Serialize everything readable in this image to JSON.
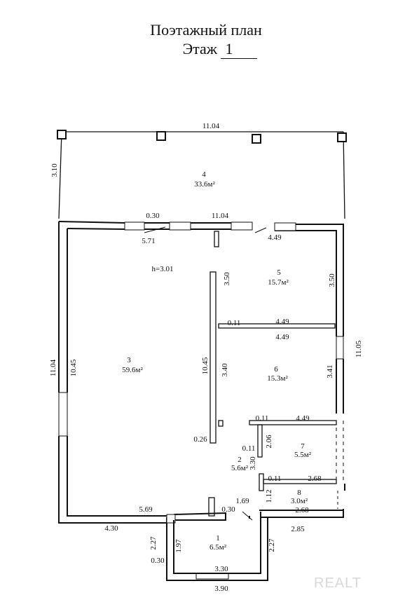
{
  "header": {
    "title": "Поэтажный план",
    "floor_label": "Этаж",
    "floor_number": "1"
  },
  "ceiling_height": "h=3.01",
  "rooms": [
    {
      "number": "4",
      "area": "33.6м²"
    },
    {
      "number": "5",
      "area": "15.7м²"
    },
    {
      "number": "3",
      "area": "59.6м²"
    },
    {
      "number": "6",
      "area": "15.3м²"
    },
    {
      "number": "7",
      "area": "5.5м²"
    },
    {
      "number": "2",
      "area": "5.6м²"
    },
    {
      "number": "8",
      "area": "3.0м²"
    },
    {
      "number": "1",
      "area": "6.5м²"
    }
  ],
  "dimensions": {
    "top_width": "11.04",
    "terrace_depth": "3.10",
    "partition_gap": "0.30",
    "mid_width": "11.04",
    "left_seg": "5.71",
    "right_seg": "4.49",
    "left_outer": "11.04",
    "left_inner": "10.45",
    "wall_len": "10.45",
    "r5_height": "3.50",
    "r5_right": "3.50",
    "wall_thick_1": "0.11",
    "r5_width": "4.49",
    "r6_width": "4.49",
    "r6_height": "3.40",
    "r6_right": "3.41",
    "right_outer": "11.05",
    "wall_end": "0.26",
    "wall_thick_2": "0.11",
    "r7_width": "4.49",
    "wall_thick_3": "0.11",
    "r7_height": "2.06",
    "r2_height": "3.30",
    "wall_thick_4": "0.11",
    "r8_width": "2.68",
    "r8_gap": "1.12",
    "r8_width_lower": "2.68",
    "bottom_mid": "5.69",
    "bottom_gap": "0.30",
    "bottom_gap2": "1.69",
    "bottom_left": "4.30",
    "right_bottom": "2.85",
    "vest_left_outer": "2.27",
    "vest_left_inner": "1.97",
    "vest_right": "2.27",
    "vest_thick": "0.30",
    "vest_inner_w": "3.30",
    "vest_outer_w": "3.90"
  },
  "watermark": "REALT"
}
